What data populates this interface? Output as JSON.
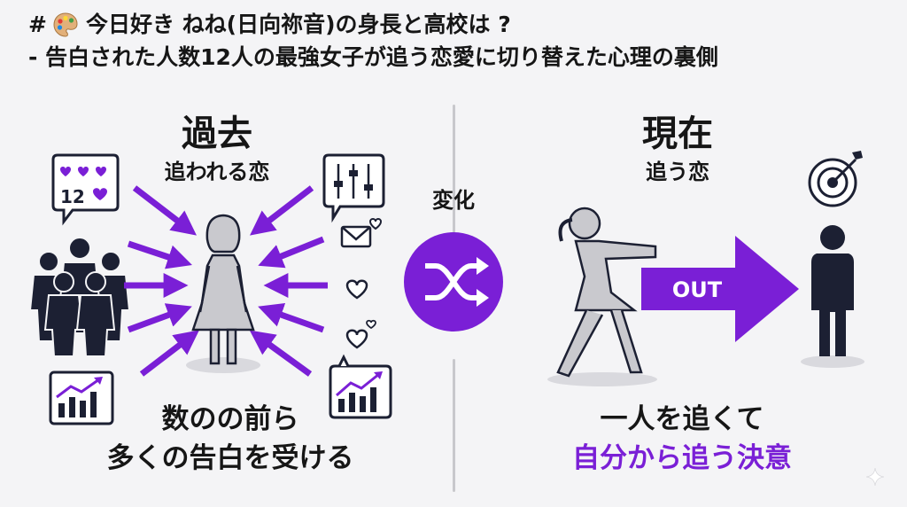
{
  "header": {
    "line1_prefix": "#",
    "line1_text": "今日好き ねね(日向祢音)の身長と高校は ?",
    "line2_text": "- 告白された人数12人の最強女子が追う恋愛に切り替えた心理の裏側"
  },
  "left": {
    "title": "過去",
    "subtitle": "追われる恋",
    "badge_number": "12",
    "caption_line1": "数のの前ら",
    "caption_line2": "多くの告白を受ける"
  },
  "center": {
    "label": "変化"
  },
  "right": {
    "title": "現在",
    "subtitle": "追う恋",
    "arrow_label": "OUT",
    "caption_line1": "一人を追くて",
    "caption_line2": "自分から追う決意"
  },
  "colors": {
    "accent": "#7a1fd6",
    "dark_figure": "#1c2033",
    "gray_figure": "#c9c9ce",
    "background": "#f4f4f6"
  },
  "icons": [
    "palette-icon",
    "hearts-badge-icon",
    "crowd-icon",
    "chart-up-icon",
    "equalizer-icon",
    "envelope-heart-icon",
    "heart-icon",
    "woman-icon",
    "shuffle-icon",
    "running-woman-icon",
    "target-icon",
    "person-icon",
    "sparkle-icon"
  ]
}
